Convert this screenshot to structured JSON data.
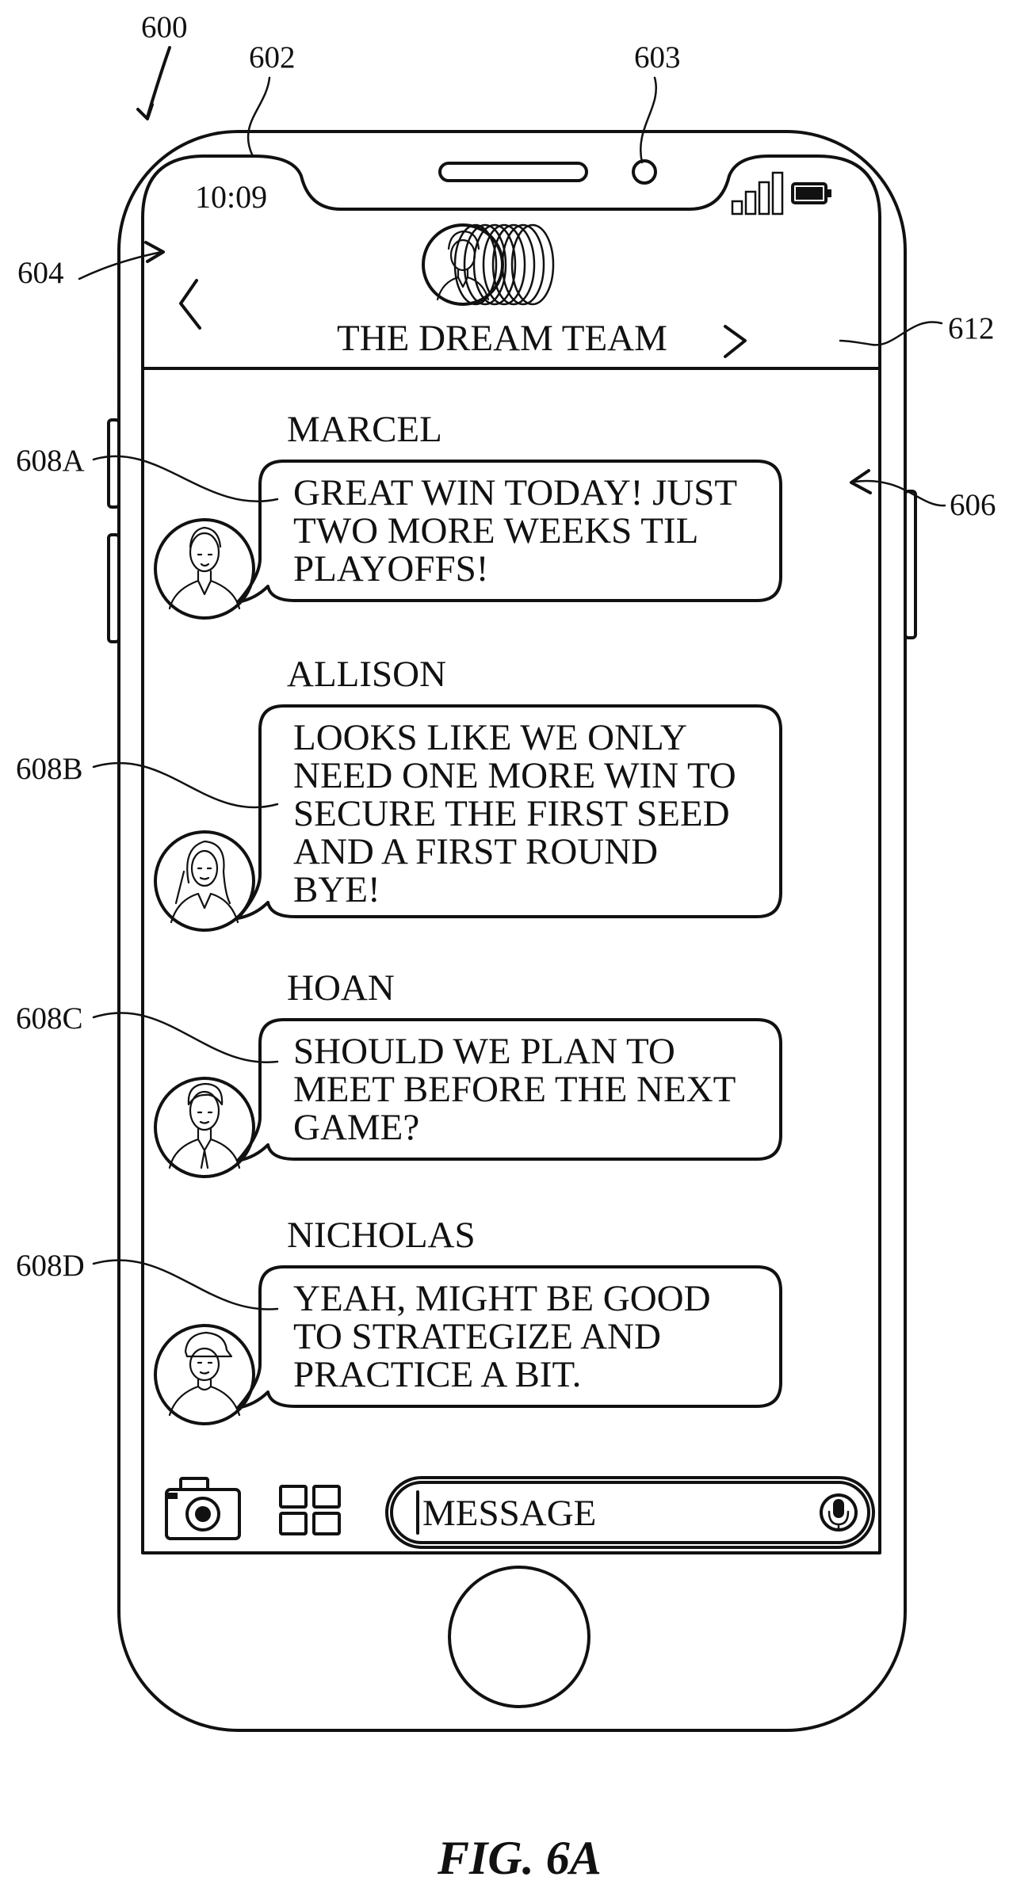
{
  "figure": {
    "caption": "FIG. 6A",
    "refs": {
      "device": "600",
      "display": "602",
      "sensor": "603",
      "back": "604",
      "conversation": "606",
      "details": "612",
      "m1": "608A",
      "m2": "608B",
      "m3": "608C",
      "m4": "608D"
    }
  },
  "status_bar": {
    "time": "10:09"
  },
  "header": {
    "group_name": "THE DREAM TEAM"
  },
  "messages": [
    {
      "sender": "MARCEL",
      "lines": [
        "GREAT WIN TODAY! JUST",
        "TWO MORE WEEKS TIL",
        "PLAYOFFS!"
      ]
    },
    {
      "sender": "ALLISON",
      "lines": [
        "LOOKS LIKE WE ONLY",
        "NEED ONE MORE WIN TO",
        "SECURE THE FIRST SEED",
        "AND A FIRST ROUND",
        "BYE!"
      ]
    },
    {
      "sender": "HOAN",
      "lines": [
        "SHOULD WE PLAN TO",
        "MEET BEFORE THE NEXT",
        "GAME?"
      ]
    },
    {
      "sender": "NICHOLAS",
      "lines": [
        "YEAH, MIGHT BE GOOD",
        "TO STRATEGIZE AND",
        "PRACTICE A BIT."
      ]
    }
  ],
  "composer": {
    "placeholder": "MESSAGE"
  }
}
